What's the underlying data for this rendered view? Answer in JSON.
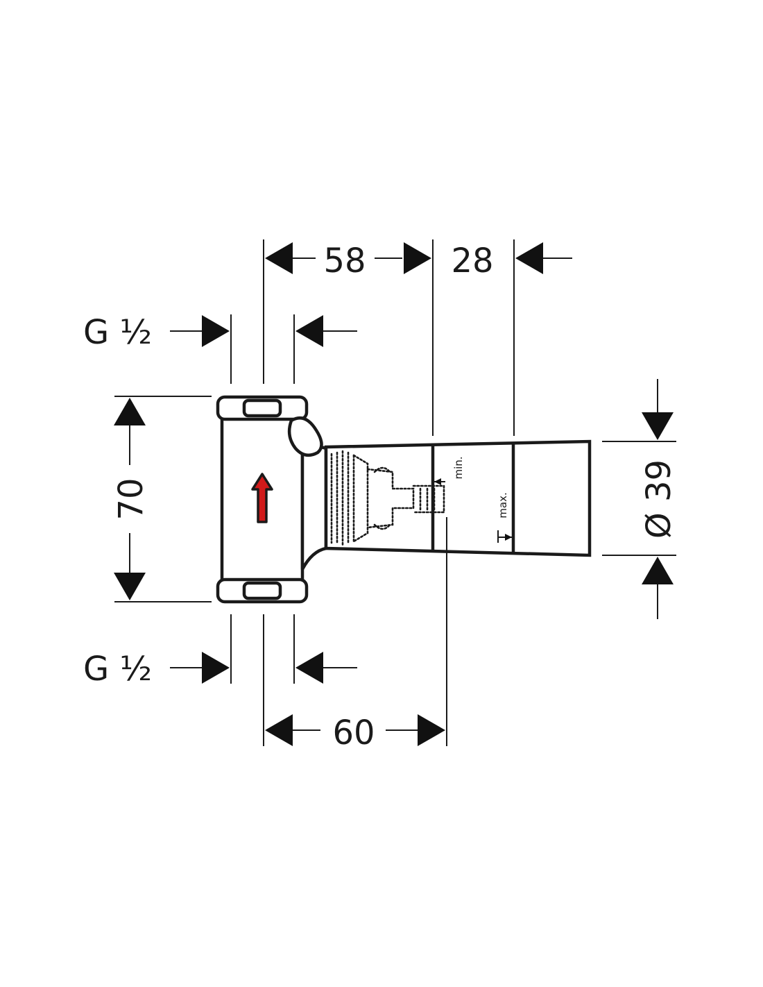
{
  "dimensions": {
    "top_left": "58",
    "top_right": "28",
    "bottom": "60",
    "height": "70",
    "diameter": "Ø 39",
    "thread_top": "G ½",
    "thread_bottom": "G ½"
  },
  "labels": {
    "min": "min.",
    "max": "max."
  },
  "colors": {
    "line": "#1a1a1a",
    "flow_arrow": "#d11a1a"
  },
  "icons": {
    "flow": "flow-direction-arrow-icon"
  }
}
